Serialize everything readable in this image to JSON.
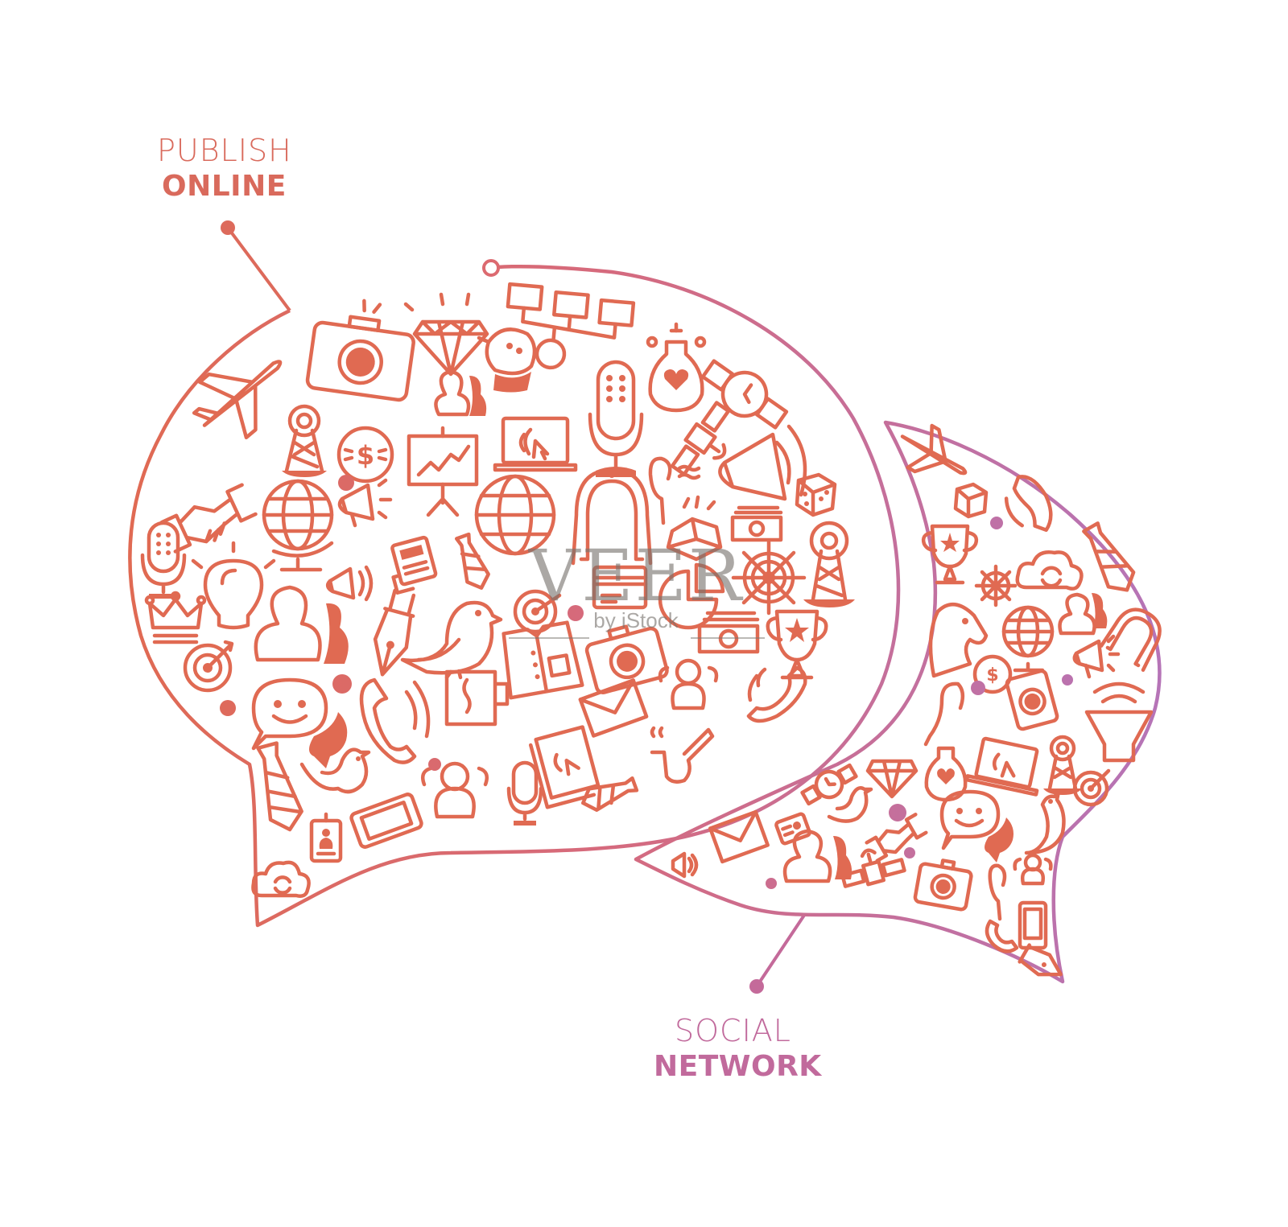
{
  "illustration": {
    "title": "Publish Online / Social Network speech bubbles",
    "colors": {
      "gradient_start": "#e06a52",
      "gradient_mid": "#d66a7c",
      "gradient_end": "#b574b8",
      "background": "#ffffff",
      "watermark": "#78736e"
    }
  },
  "labels": {
    "publish": {
      "light": "PUBLISH",
      "bold": "ONLINE"
    },
    "social": {
      "light": "SOCIAL",
      "bold": "NETWORK"
    }
  },
  "watermark": {
    "main": "VEER",
    "sub": "by iStock"
  },
  "bubbles": {
    "left": {
      "name": "publish-online-bubble",
      "icons": [
        "airplane",
        "camera",
        "diamond",
        "org-chart",
        "chat-smiley",
        "users",
        "laptop-click",
        "microphone",
        "perfume-heart",
        "wristwatch",
        "satellite",
        "megaphone",
        "dice",
        "radio-tower",
        "dollar-coin",
        "presentation-chart",
        "globe",
        "horseshoe",
        "earphone",
        "gold-bars",
        "money-stack",
        "ship-wheel",
        "handshake",
        "lightbulb",
        "crown",
        "target",
        "user-pair",
        "pen-nib",
        "bird",
        "credit-card",
        "pie-chart",
        "trophy",
        "newspaper",
        "tie",
        "phone",
        "coffee-mug",
        "book-click",
        "envelope",
        "group",
        "pipe",
        "id-badge",
        "smartphone",
        "cloud-sync"
      ]
    },
    "right": {
      "name": "social-network-bubble",
      "icons": [
        "airplane",
        "dice",
        "phone",
        "trophy",
        "ship-wheel",
        "cloud-sync",
        "tie",
        "chess-knight",
        "globe",
        "user-pair",
        "horseshoe",
        "dollar-coin",
        "megaphone",
        "earphone",
        "camera",
        "speaker",
        "perfume-heart",
        "laptop-click",
        "radio-tower",
        "diamond",
        "chat-smiley",
        "target",
        "bird",
        "wristwatch",
        "id-badge",
        "envelope",
        "handshake",
        "satellite",
        "group",
        "smartphone",
        "pen-nib"
      ]
    }
  }
}
